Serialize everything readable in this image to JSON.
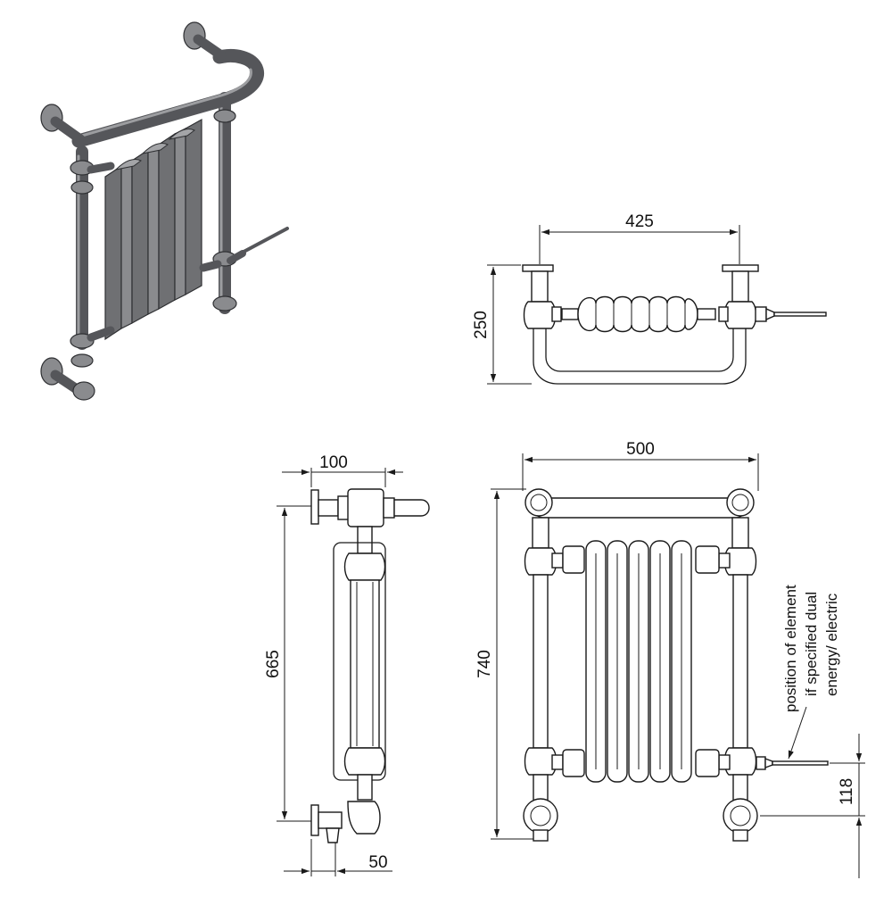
{
  "dimensions": {
    "top_width": "425",
    "top_depth": "250",
    "side_depth": "100",
    "side_height": "665",
    "side_wall_offset": "50",
    "front_width": "500",
    "front_height": "740",
    "element_height": "118"
  },
  "note": {
    "line1": "position of element",
    "line2": "if specified dual",
    "line3": "energy/ electric"
  }
}
